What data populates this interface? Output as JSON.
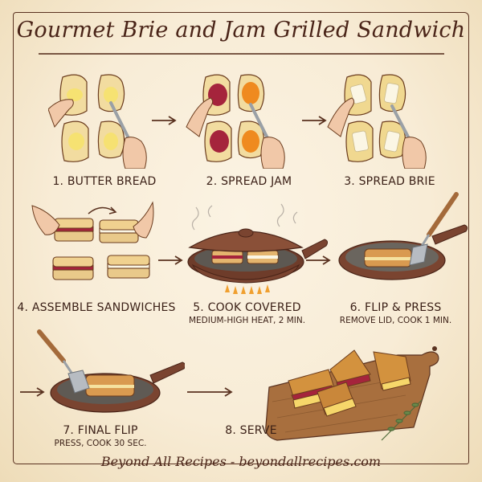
{
  "title": "Gourmet Brie and Jam Grilled Sandwich",
  "steps": [
    {
      "label": "1. BUTTER BREAD",
      "sub": "",
      "illustration": "hands-buttering-four-bread-slices"
    },
    {
      "label": "2. SPREAD JAM",
      "sub": "",
      "illustration": "hands-spreading-red-and-orange-jam"
    },
    {
      "label": "3. SPREAD BRIE",
      "sub": "",
      "illustration": "hands-placing-brie-slices"
    },
    {
      "label": "4. ASSEMBLE SANDWICHES",
      "sub": "",
      "illustration": "hands-assembling-sandwiches"
    },
    {
      "label": "5. COOK COVERED",
      "sub": "MEDIUM-HIGH HEAT, 2 MIN.",
      "illustration": "covered-pan-on-flame"
    },
    {
      "label": "6. FLIP & PRESS",
      "sub": "REMOVE LID, COOK 1 MIN.",
      "illustration": "spatula-pressing-sandwich-in-pan"
    },
    {
      "label": "7. FINAL FLIP",
      "sub": "PRESS, COOK 30 SEC.",
      "illustration": "spatula-flipping-sandwich-in-pan"
    },
    {
      "label": "8. SERVE",
      "sub": "",
      "illustration": "sandwich-halves-on-cutting-board"
    }
  ],
  "footer": "Beyond All Recipes - beyondallrecipes.com",
  "colors": {
    "ink": "#3a1f16",
    "parchment": "#f8ecd6",
    "bread": "#e9c98a",
    "crust": "#b07a3e",
    "jam_red": "#a5243c",
    "jam_orange": "#ef8a1f",
    "pan": "#7a4430",
    "board": "#a86f3e"
  }
}
